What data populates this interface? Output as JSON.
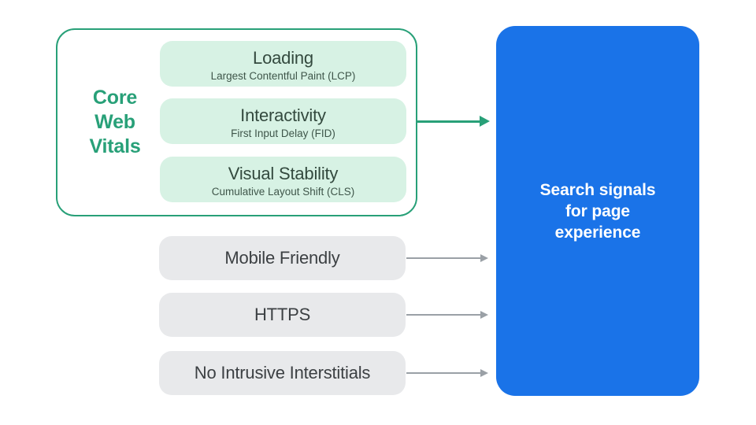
{
  "colors": {
    "accent_green": "#28A078",
    "light_green": "#D7F2E4",
    "dark_green_text": "#33493E",
    "sub_green_text": "#3F564A",
    "gray_fill": "#E8E9EB",
    "gray_text": "#3C4043",
    "arrow_gray": "#9AA0A6",
    "brand_blue": "#1A73E8",
    "white": "#FFFFFF"
  },
  "core_web_vitals": {
    "label": "Core\nWeb\nVitals",
    "items": [
      {
        "title": "Loading",
        "subtitle": "Largest Contentful Paint (LCP)"
      },
      {
        "title": "Interactivity",
        "subtitle": "First Input Delay (FID)"
      },
      {
        "title": "Visual Stability",
        "subtitle": "Cumulative Layout Shift (CLS)"
      }
    ]
  },
  "other_signals": [
    {
      "label": "Mobile Friendly"
    },
    {
      "label": "HTTPS"
    },
    {
      "label": "No Intrusive Interstitials"
    }
  ],
  "result": {
    "label": "Search signals\nfor page\nexperience"
  }
}
